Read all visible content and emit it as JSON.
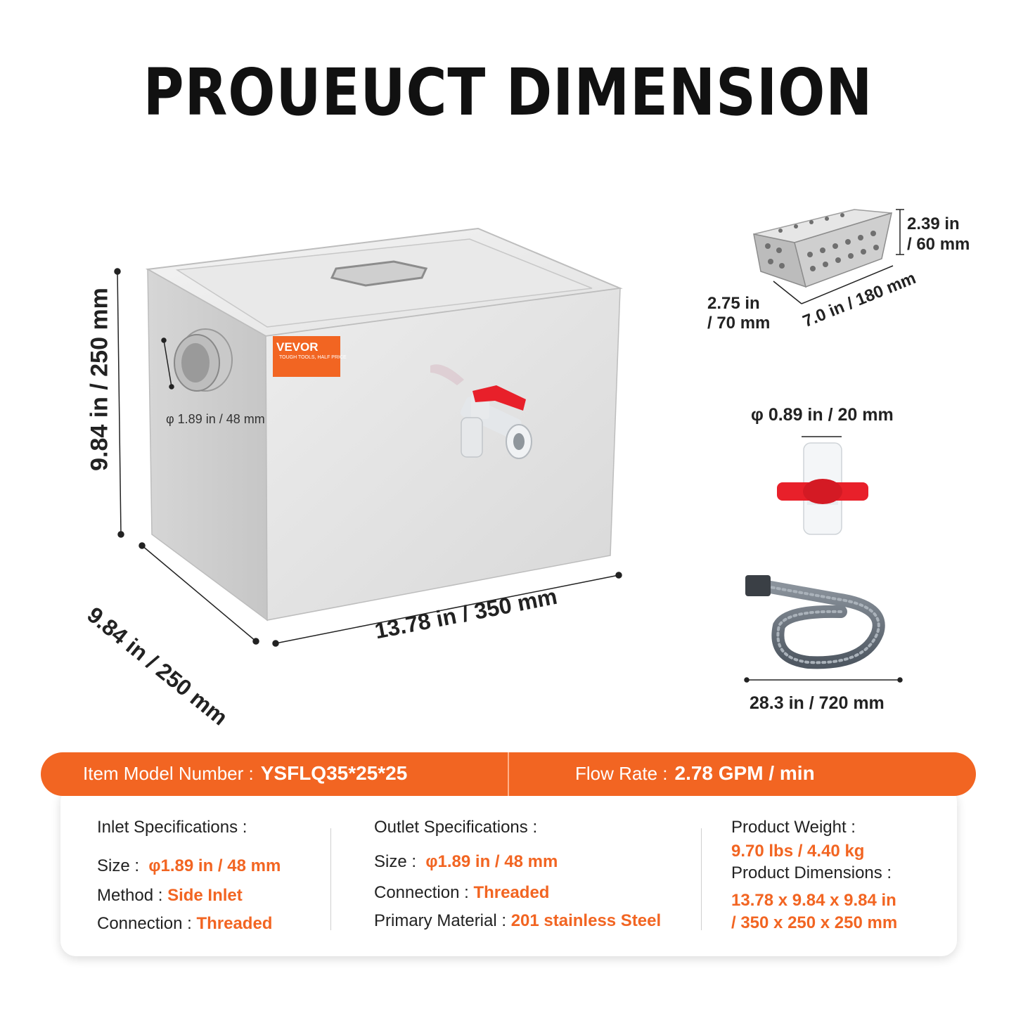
{
  "title": "PROUEUCT DIMENSION",
  "tank": {
    "brand": "VEVOR",
    "brand_tagline": "TOUGH TOOLS, HALF PRICE",
    "height": "9.84 in / 250 mm",
    "depth": "9.84 in / 250 mm",
    "width": "13.78 in / 350 mm",
    "inlet_diameter": "φ 1.89 in  / 48 mm"
  },
  "basket": {
    "height_line1": "2.39 in",
    "height_line2": "/ 60 mm",
    "depth_line1": "2.75 in",
    "depth_line2": "/ 70 mm",
    "length": "7.0 in / 180 mm"
  },
  "valve": {
    "diameter": "φ 0.89 in / 20 mm"
  },
  "hose": {
    "length": "28.3 in / 720 mm"
  },
  "spec_bar": {
    "model_label": "Item Model Number :",
    "model_value": "YSFLQ35*25*25",
    "flow_label": "Flow Rate :",
    "flow_value": "2.78 GPM / min"
  },
  "inlet": {
    "heading": "Inlet Specifications :",
    "size_label": "Size :",
    "size_value": "φ1.89 in / 48 mm",
    "method_label": "Method :",
    "method_value": "Side Inlet",
    "connection_label": "Connection :",
    "connection_value": "Threaded"
  },
  "outlet": {
    "heading": "Outlet Specifications :",
    "size_label": "Size :",
    "size_value": "φ1.89 in / 48 mm",
    "connection_label": "Connection :",
    "connection_value": "Threaded",
    "material_label": "Primary Material :",
    "material_value": "201 stainless Steel"
  },
  "product": {
    "weight_label": "Product Weight :",
    "weight_value": "9.70 lbs / 4.40 kg",
    "dims_label": "Product Dimensions :",
    "dims_line1": "13.78 x 9.84 x 9.84 in",
    "dims_line2": "/ 350 x 250 x 250 mm"
  },
  "colors": {
    "accent": "#f26522",
    "steel": "#e4e4e4",
    "valve_red": "#e8202a"
  }
}
